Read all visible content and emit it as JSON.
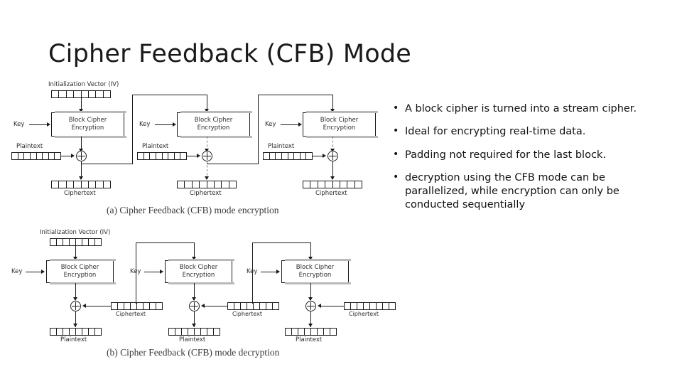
{
  "slide": {
    "title": "Cipher Feedback (CFB) Mode"
  },
  "bullets": [
    {
      "text": "A block cipher is turned into a stream cipher.",
      "marker": "•"
    },
    {
      "text": "Ideal for encrypting real-time data.",
      "marker": "•"
    },
    {
      "text": "Padding not required for the last block.",
      "marker": "•"
    },
    {
      "text": "decryption using the CFB mode can be parallelized, while encryption can only be conducted sequentially",
      "marker": "•"
    }
  ],
  "diagrams": {
    "encryption": {
      "caption": "(a) Cipher Feedback (CFB) mode encryption",
      "labels": {
        "iv": "Initialization Vector (IV)",
        "key": "Key",
        "cipher_line1": "Block Cipher",
        "cipher_line2": "Encryption",
        "plaintext": "Plaintext",
        "ciphertext": "Ciphertext"
      },
      "stages": [
        {
          "key": "Key",
          "plaintext": "Plaintext",
          "ciphertext": "Ciphertext",
          "cipher_line1": "Block Cipher",
          "cipher_line2": "Encryption"
        },
        {
          "key": "Key",
          "plaintext": "Plaintext",
          "ciphertext": "Ciphertext",
          "cipher_line1": "Block Cipher",
          "cipher_line2": "Encryption"
        },
        {
          "key": "Key",
          "plaintext": "Plaintext",
          "ciphertext": "Ciphertext",
          "cipher_line1": "Block Cipher",
          "cipher_line2": "Encryption"
        }
      ],
      "register_cells": 8
    },
    "decryption": {
      "caption": "(b) Cipher Feedback (CFB) mode decryption",
      "labels": {
        "iv": "Initialization Vector (IV)",
        "key": "Key",
        "cipher_line1": "Block Cipher",
        "cipher_line2": "Encryption",
        "plaintext": "Plaintext",
        "ciphertext": "Ciphertext"
      },
      "stages": [
        {
          "key": "Key",
          "ciphertext": "Ciphertext",
          "plaintext": "Plaintext",
          "cipher_line1": "Block Cipher",
          "cipher_line2": "Encryption"
        },
        {
          "key": "Key",
          "ciphertext": "Ciphertext",
          "plaintext": "Plaintext",
          "cipher_line1": "Block Cipher",
          "cipher_line2": "Encryption"
        },
        {
          "key": "Key",
          "ciphertext": "Ciphertext",
          "plaintext": "Plaintext",
          "cipher_line1": "Block Cipher",
          "cipher_line2": "Encryption"
        }
      ],
      "register_cells": 8
    }
  },
  "colors": {
    "background": "#ffffff",
    "ink": "#1b1b1b",
    "label": "#2b2b2b",
    "caption": "#3a3a3a",
    "box_shadow": "#b9b9b9"
  }
}
